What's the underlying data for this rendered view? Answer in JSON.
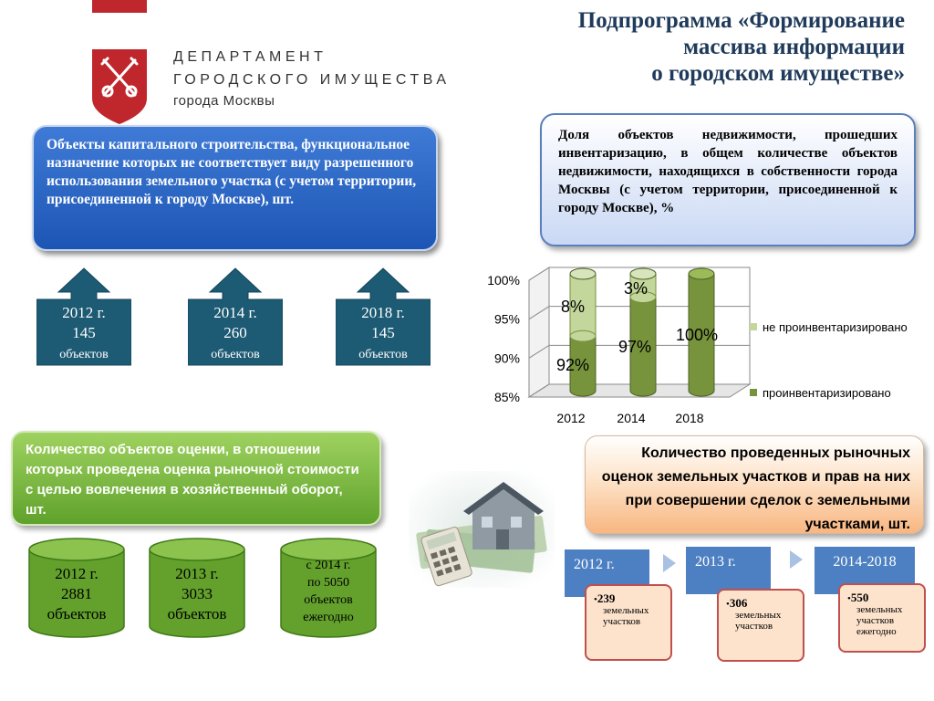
{
  "header": {
    "title_lines": [
      "Подпрограмма «Формирование",
      "массива информации",
      "о городском имуществе»"
    ]
  },
  "logo": {
    "line1": "ДЕПАРТАМЕНТ",
    "line2": "ГОРОДСКОГО ИМУЩЕСТВА",
    "line3": "города Москвы"
  },
  "capital_objects": {
    "text": "Объекты капитального строительства, функциональное назначение которых не соответствует виду разрешенного использования земельного участка (с учетом территории, присоединенной к городу  Москве), шт.",
    "items": [
      {
        "year": "2012 г.",
        "value": "145",
        "unit": "объектов"
      },
      {
        "year": "2014 г.",
        "value": "260",
        "unit": "объектов"
      },
      {
        "year": "2018 г.",
        "value": "145",
        "unit": "объектов"
      }
    ]
  },
  "inventory_note": {
    "text": "Доля объектов недвижимости, прошедших инвентаризацию, в общем количестве объектов недвижимости, находящихся в собственности города Москвы (с учетом территории, присоединенной к городу  Москве), %"
  },
  "chart_data": {
    "type": "bar",
    "stacked": true,
    "categories": [
      "2012",
      "2014",
      "2018"
    ],
    "series": [
      {
        "name": "проинвентаризировано",
        "values": [
          92,
          97,
          100
        ],
        "labels": [
          "92%",
          "97%",
          "100%"
        ],
        "color": "#77933c"
      },
      {
        "name": "не проинвентаризировано",
        "values": [
          8,
          3,
          0
        ],
        "labels": [
          "8%",
          "3%",
          ""
        ],
        "color": "#c3d69b"
      }
    ],
    "ylim": [
      85,
      100
    ],
    "yticks": [
      "85%",
      "90%",
      "95%",
      "100%"
    ],
    "grid": true,
    "legend_position": "right"
  },
  "assessment": {
    "text": "Количество объектов оценки, в отношении которых проведена оценка рыночной стоимости с целью вовлечения в хозяйственный оборот, шт.",
    "items": [
      {
        "line1": "2012 г.",
        "line2": "2881",
        "line3": "объектов"
      },
      {
        "line1": "2013 г.",
        "line2": "3033",
        "line3": "объектов"
      },
      {
        "line1": "с 2014  г.",
        "line2": "по 5050",
        "line3": "объектов",
        "line4": "ежегодно"
      }
    ]
  },
  "market": {
    "text": "Количество проведенных рыночных оценок земельных участков и прав на них при совершении сделок с земельными участками, шт.",
    "items": [
      {
        "year": "2012 г.",
        "value": "239",
        "unit": "земельных участков"
      },
      {
        "year": "2013 г.",
        "value": "306",
        "unit": "земельных участков"
      },
      {
        "year": "2014-2018",
        "value": "550",
        "unit": "земельных участков ежегодно"
      }
    ]
  },
  "colors": {
    "navy_title": "#1f3a5a",
    "blue_box": "#2a64c4",
    "teal_arrow": "#1d5a73",
    "green_box": "#6db33f",
    "cylinder": "#63a02c",
    "logo_red": "#c0272d",
    "timeline_blue": "#4d80c2"
  }
}
